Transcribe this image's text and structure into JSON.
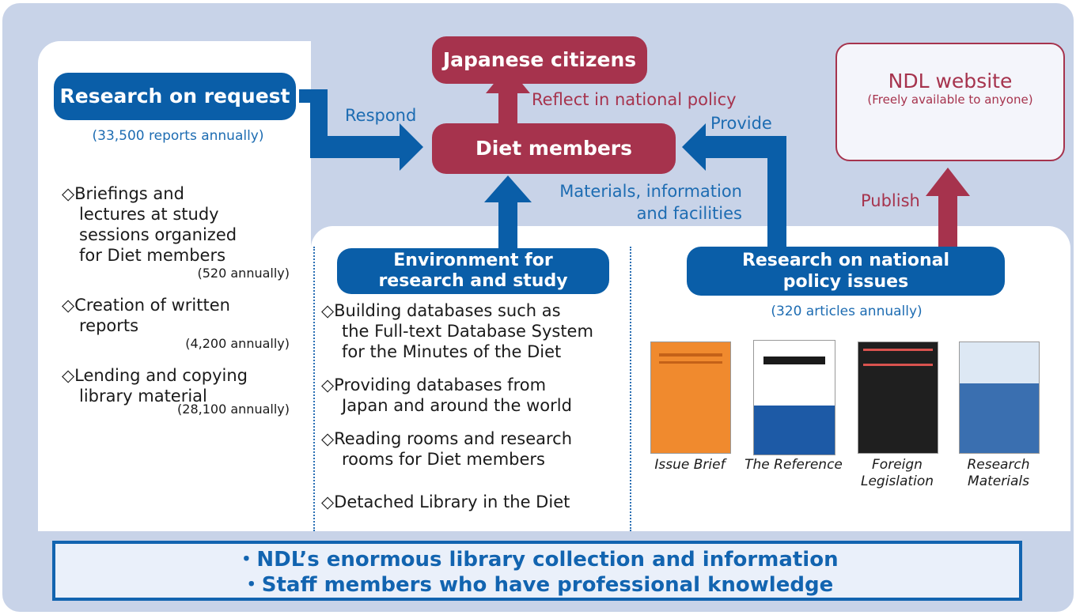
{
  "nodes": {
    "research_on_request": "Research on request",
    "research_on_request_count": "(33,500 reports annually)",
    "japanese_citizens": "Japanese citizens",
    "diet_members": "Diet members",
    "ndl_website_title": "NDL website",
    "ndl_website_sub": "(Freely available to anyone)",
    "environment": [
      "Environment for",
      "research and study"
    ],
    "national_policy": [
      "Research on national",
      "policy issues"
    ],
    "national_policy_count": "(320 articles annually)"
  },
  "edges": {
    "respond": "Respond",
    "reflect": "Reflect in national policy",
    "provide": "Provide",
    "materials": [
      "Materials, information",
      "and facilities"
    ],
    "publish": "Publish"
  },
  "left_items": [
    {
      "lines": [
        "◇Briefings and",
        "lectures at study",
        "sessions organized",
        "for Diet members"
      ],
      "count": "(520 annually)"
    },
    {
      "lines": [
        "◇Creation of written",
        "reports"
      ],
      "count": "(4,200 annually)"
    },
    {
      "lines": [
        "◇Lending and copying",
        "library material"
      ],
      "count": "(28,100 annually)"
    }
  ],
  "mid_items": [
    [
      "◇Building databases such as",
      "the Full-text Database System",
      "for the Minutes of the Diet"
    ],
    [
      "◇Providing databases from",
      "Japan and around the world"
    ],
    [
      "◇Reading rooms and research",
      "rooms for Diet members"
    ],
    [
      "◇Detached Library in the Diet"
    ]
  ],
  "publications": [
    {
      "caption": "Issue Brief",
      "color": "#f08a2e"
    },
    {
      "caption": "The Reference",
      "color": "#1d5aa6"
    },
    {
      "caption": "Foreign Legislation",
      "color": "#1f1f1f"
    },
    {
      "caption": "Research Materials",
      "color": "#3a6fb0"
    }
  ],
  "footer": [
    "・NDL’s enormous library collection and information",
    "・Staff members who have professional knowledge"
  ],
  "colors": {
    "blue": "#0a5ea8",
    "red": "#a6334d",
    "bg": "#c8d3e8"
  }
}
